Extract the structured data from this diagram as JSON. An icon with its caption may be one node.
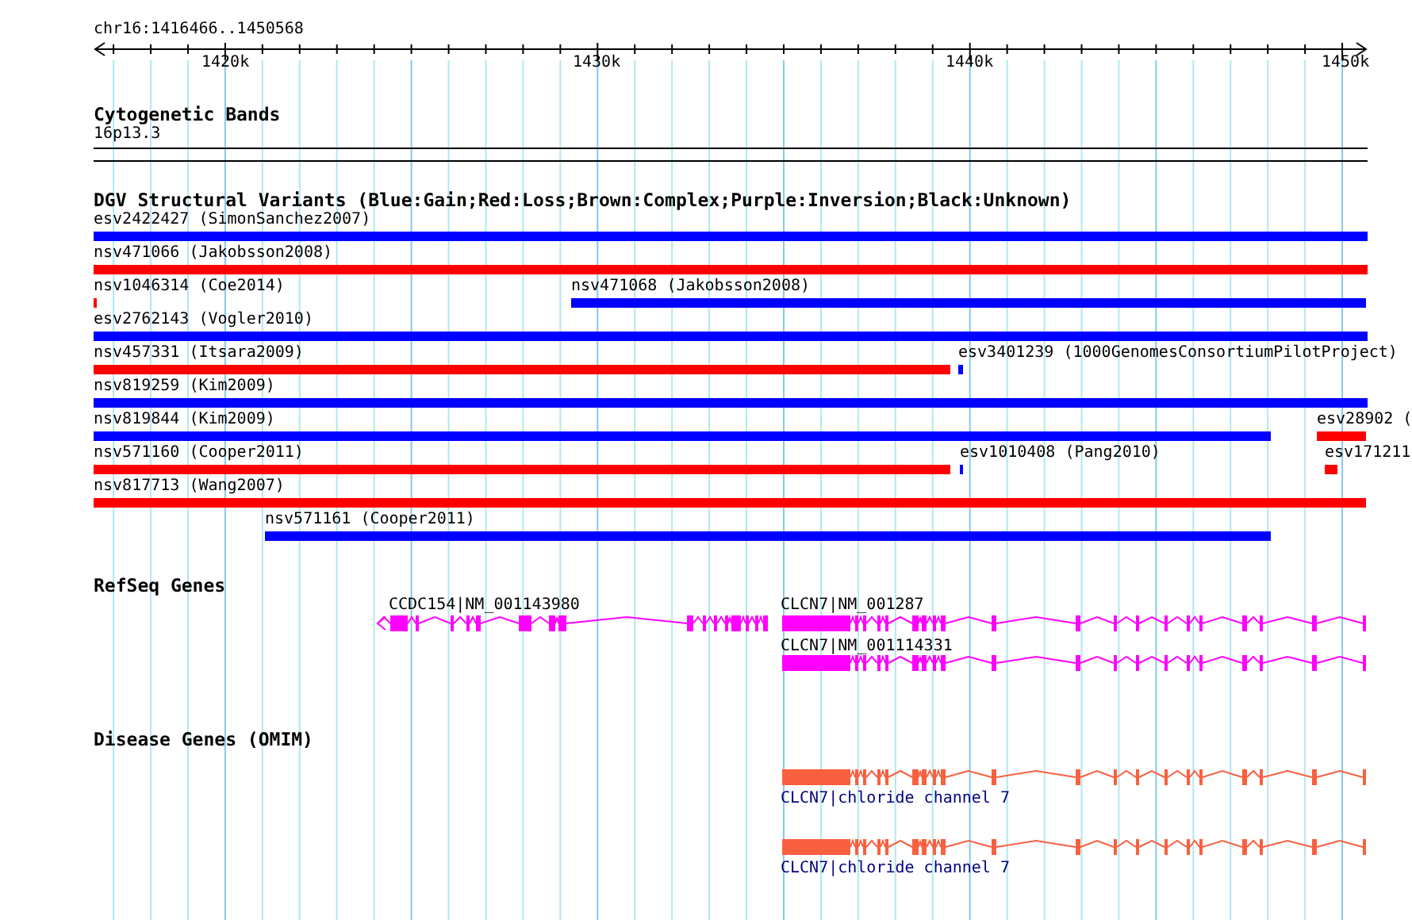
{
  "diagram": {
    "labels": [
      "chr16:1416466..1450568",
      "1420k",
      "1430k",
      "1440k",
      "1450k",
      "Cytogenetic Bands",
      "16p13.3",
      "DGV Structural Variants (Blue:Gain;Red:Loss;Brown:Complex;Purple:Inversion;Black:Unknown)",
      "esv2422427 (SimonSanchez2007)",
      "nsv471066 (Jakobsson2008)",
      "nsv1046314 (Coe2014)",
      "nsv471068 (Jakobsson2008)",
      "esv2762143 (Vogler2010)",
      "nsv457331 (Itsara2009)",
      "esv3401239 (1000GenomesConsortiumPilotProject)",
      "nsv819259 (Kim2009)",
      "nsv819844 (Kim2009)",
      "esv28902 (",
      "nsv571160 (Cooper2011)",
      "esv1010408 (Pang2010)",
      "esv171211",
      "nsv817713 (Wang2007)",
      "nsv571161 (Cooper2011)",
      "RefSeq Genes",
      "CCDC154|NM_001143980",
      "CLCN7|NM_001287",
      "CLCN7|NM_001114331",
      "Disease Genes (OMIM)",
      "CLCN7|chloride channel 7",
      "CLCN7|chloride channel 7"
    ]
  }
}
